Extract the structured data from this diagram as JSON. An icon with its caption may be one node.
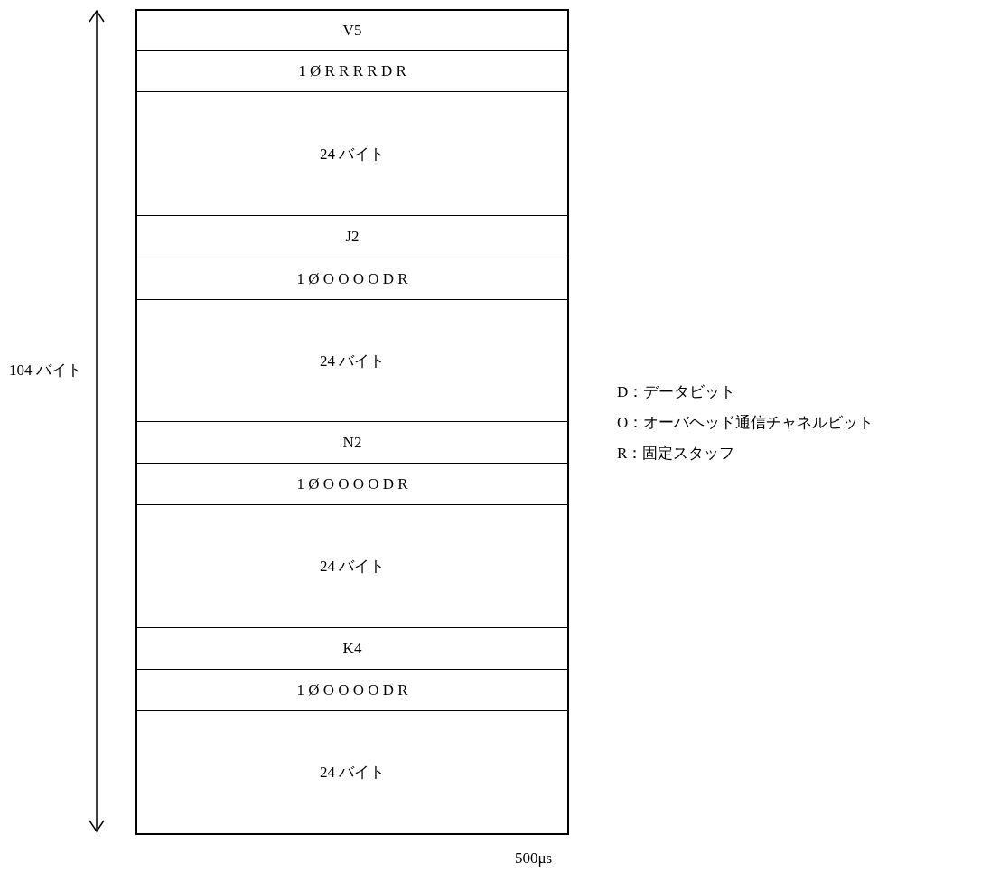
{
  "diagram": {
    "nodes": [
      {
        "text": [
          "V5"
        ]
      },
      {
        "text": [
          "1 Ø R R R R D R"
        ]
      },
      {
        "text": [
          "24 バイト"
        ]
      },
      {
        "text": [
          "J2"
        ]
      },
      {
        "text": [
          "1 Ø O O O O D R"
        ]
      },
      {
        "text": [
          "24 バイト"
        ]
      },
      {
        "text": [
          "N2"
        ]
      },
      {
        "text": [
          "1 Ø O O O O D R"
        ]
      },
      {
        "text": [
          "24 バイト"
        ]
      },
      {
        "text": [
          "K4"
        ]
      },
      {
        "text": [
          "1 Ø O O O O D R"
        ]
      },
      {
        "text": [
          "24 バイト"
        ]
      }
    ],
    "edges": [],
    "labels": [
      "104 バイト",
      "D：データビット",
      "O：オーバヘッド通信チャネルビット",
      "R：固定スタッフ",
      "500μs"
    ]
  }
}
